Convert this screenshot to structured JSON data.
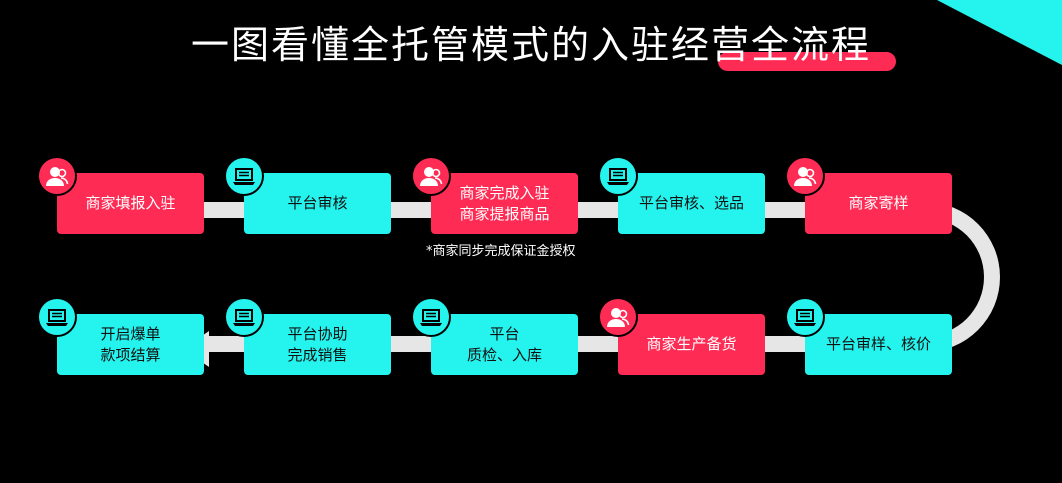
{
  "title": "一图看懂全托管模式的入驻经营全流程",
  "note": "*商家同步完成保证金授权",
  "colors": {
    "red": "#fe2c55",
    "cyan": "#25f4ee",
    "track": "#e6e6e6",
    "background": "#000000"
  },
  "steps": [
    {
      "lines": [
        "商家填报入驻"
      ],
      "type": "merchant",
      "icon": "user-icon"
    },
    {
      "lines": [
        "平台审核"
      ],
      "type": "platform",
      "icon": "laptop-icon"
    },
    {
      "lines": [
        "商家完成入驻",
        "商家提报商品"
      ],
      "type": "merchant",
      "icon": "user-icon"
    },
    {
      "lines": [
        "平台审核、选品"
      ],
      "type": "platform",
      "icon": "laptop-icon"
    },
    {
      "lines": [
        "商家寄样"
      ],
      "type": "merchant",
      "icon": "user-icon"
    },
    {
      "lines": [
        "平台审样、核价"
      ],
      "type": "platform",
      "icon": "laptop-icon"
    },
    {
      "lines": [
        "商家生产备货"
      ],
      "type": "merchant",
      "icon": "user-icon"
    },
    {
      "lines": [
        "平台",
        "质检、入库"
      ],
      "type": "platform",
      "icon": "laptop-icon"
    },
    {
      "lines": [
        "平台协助",
        "完成销售"
      ],
      "type": "platform",
      "icon": "laptop-icon"
    },
    {
      "lines": [
        "开启爆单",
        "款项结算"
      ],
      "type": "platform",
      "icon": "laptop-icon"
    }
  ]
}
